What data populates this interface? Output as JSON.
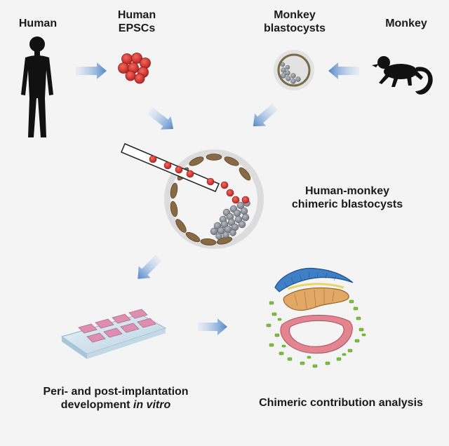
{
  "labels": {
    "human": "Human",
    "human_epscs_1": "Human",
    "human_epscs_2": "EPSCs",
    "monkey_blasto_1": "Monkey",
    "monkey_blasto_2": "blastocysts",
    "monkey": "Monkey",
    "chimeric_1": "Human-monkey",
    "chimeric_2": "chimeric blastocysts",
    "culture_1": "Peri- and post-implantation",
    "culture_2_prefix": "development ",
    "culture_2_italic": "in vitro",
    "analysis": "Chimeric contribution analysis"
  },
  "colors": {
    "human_cell": "#d32b2b",
    "monkey_icm": "#8a8f99",
    "trophectoderm": "#8a6a45",
    "arrow": "#5b8ccc",
    "epiblast_blue": "#2e6fb8",
    "trophoblast_orange": "#d4924a",
    "yolk_pink": "#d66a78",
    "human_green": "#7fbf3f"
  },
  "icons": [
    "human-silhouette-icon",
    "monkey-silhouette-icon",
    "pipette-icon",
    "culture-plate-icon"
  ]
}
